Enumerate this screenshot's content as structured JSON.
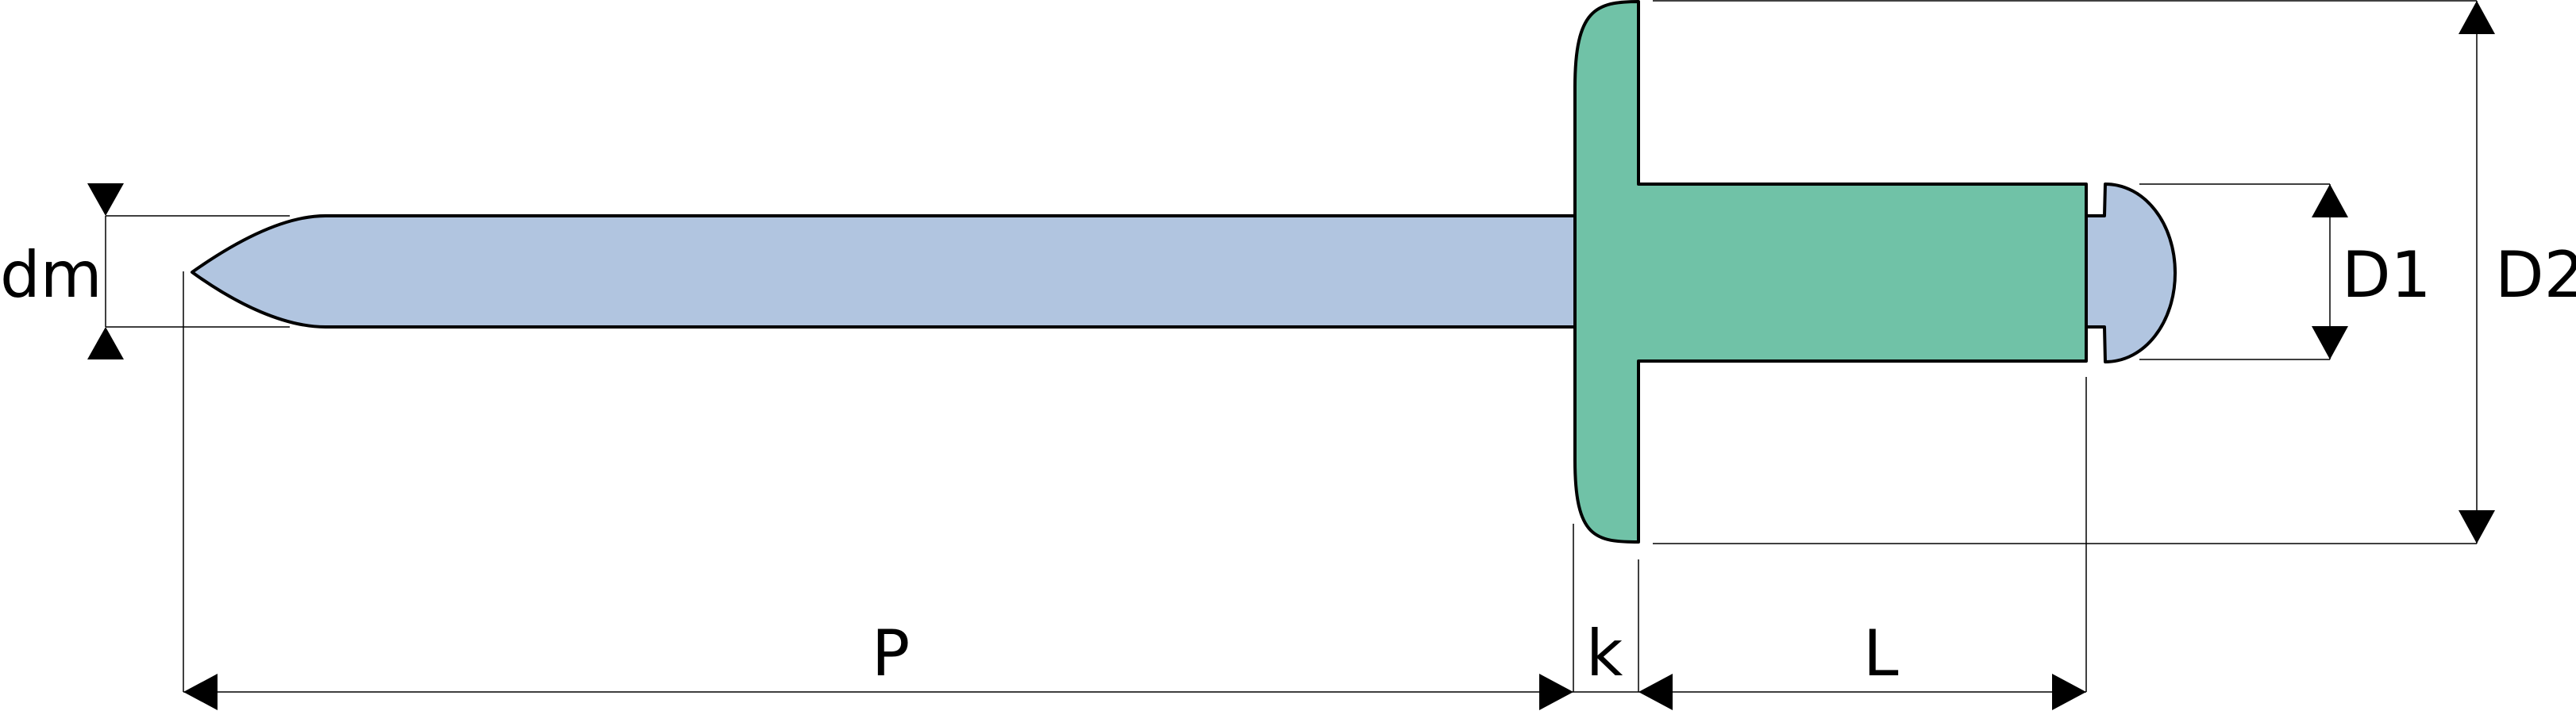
{
  "labels": {
    "dm": "dm",
    "d1": "D1",
    "d2": "D2",
    "p": "P",
    "k": "k",
    "l": "L"
  },
  "colors": {
    "mandrel": "#b1c5e0",
    "rivet_body": "#70c2a7",
    "outline": "#000000",
    "background": "#ffffff"
  }
}
